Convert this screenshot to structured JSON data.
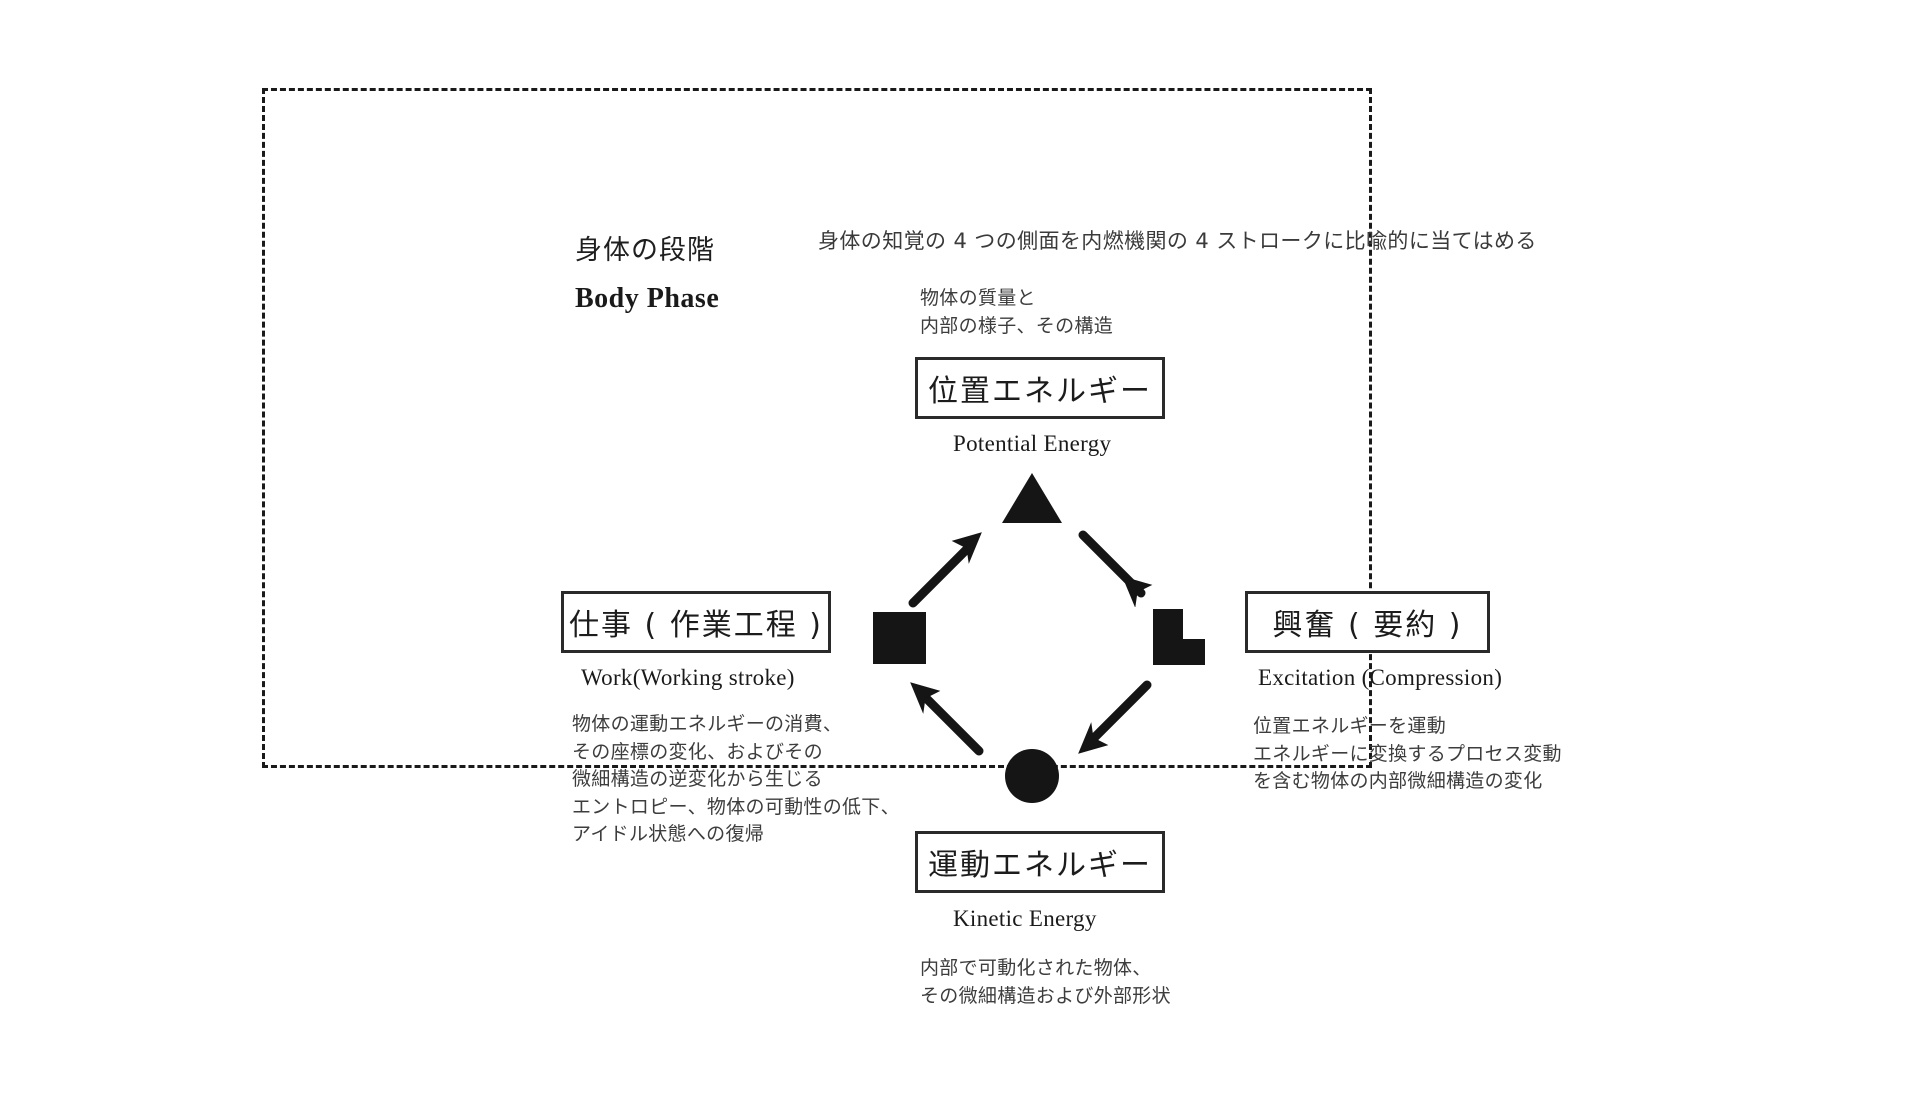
{
  "diagram": {
    "phase_title_jp": "身体の段階",
    "phase_title_en": "Body Phase",
    "caption_top": "身体の知覚の 4 つの側面を内燃機関の 4 ストロークに比喩的に当てはめる",
    "nodes": [
      {
        "id": "potential",
        "label_jp": "位置エネルギー",
        "label_en": "Potential Energy",
        "annotation": "物体の質量と\n内部の様子、その構造",
        "glyph": "filled-triangle"
      },
      {
        "id": "excitation",
        "label_jp": "興奮 ( 要約 )",
        "label_en": "Excitation (Compression)",
        "annotation": "位置エネルギーを運動\nエネルギーに変換するプロセス変動\nを含む物体の内部微細構造の変化",
        "glyph": "filled-step"
      },
      {
        "id": "kinetic",
        "label_jp": "運動エネルギー",
        "label_en": "Kinetic Energy",
        "annotation": "内部で可動化された物体、\nその微細構造および外部形状",
        "glyph": "filled-circle"
      },
      {
        "id": "work",
        "label_jp": "仕事 ( 作業工程 )",
        "label_en": "Work(Working stroke)",
        "annotation": "物体の運動エネルギーの消費、\nその座標の変化、およびその\n微細構造の逆変化から生じる\nエントロピー、物体の可動性の低下、\nアイドル状態への復帰",
        "glyph": "filled-square"
      }
    ],
    "arrows": [
      {
        "id": "work-to-potential",
        "from": "work",
        "to": "potential",
        "direction": "up-right"
      },
      {
        "id": "potential-to-excitation",
        "from": "potential",
        "to": "excitation",
        "direction": "down-right"
      },
      {
        "id": "excitation-to-kinetic",
        "from": "excitation",
        "to": "kinetic",
        "direction": "down-left"
      },
      {
        "id": "kinetic-to-work",
        "from": "kinetic",
        "to": "work",
        "direction": "up-left"
      }
    ],
    "colors": {
      "ink": "#151515",
      "text": "#1a1a1a",
      "annotation_text": "#3d3d3d",
      "border": "#2a2a2a",
      "background": "#ffffff"
    }
  }
}
